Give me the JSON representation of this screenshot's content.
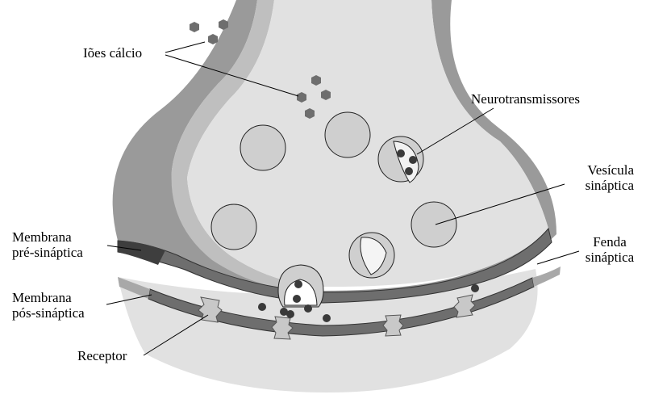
{
  "labels": {
    "calcium_ions": "Iões cálcio",
    "neurotransmitters": "Neurotransmissores",
    "vesicle_line1": "Vesícula",
    "vesicle_line2": "sináptica",
    "pre_membrane_line1": "Membrana",
    "pre_membrane_line2": "pré-sináptica",
    "cleft_line1": "Fenda",
    "cleft_line2": "sináptica",
    "post_membrane_line1": "Membrana",
    "post_membrane_line2": "pós-sináptica",
    "receptor": "Receptor"
  },
  "colors": {
    "cytoplasm": "#e1e1e1",
    "outer_membrane": "#9a9a9a",
    "inner_membrane": "#bfbfbf",
    "presynaptic_membrane": "#6e6e6e",
    "vesicle": "#cfcfcf",
    "ion": "#6e6e6e",
    "neurotransmitter": "#3a3a3a",
    "receptor": "#c8c8c8"
  }
}
